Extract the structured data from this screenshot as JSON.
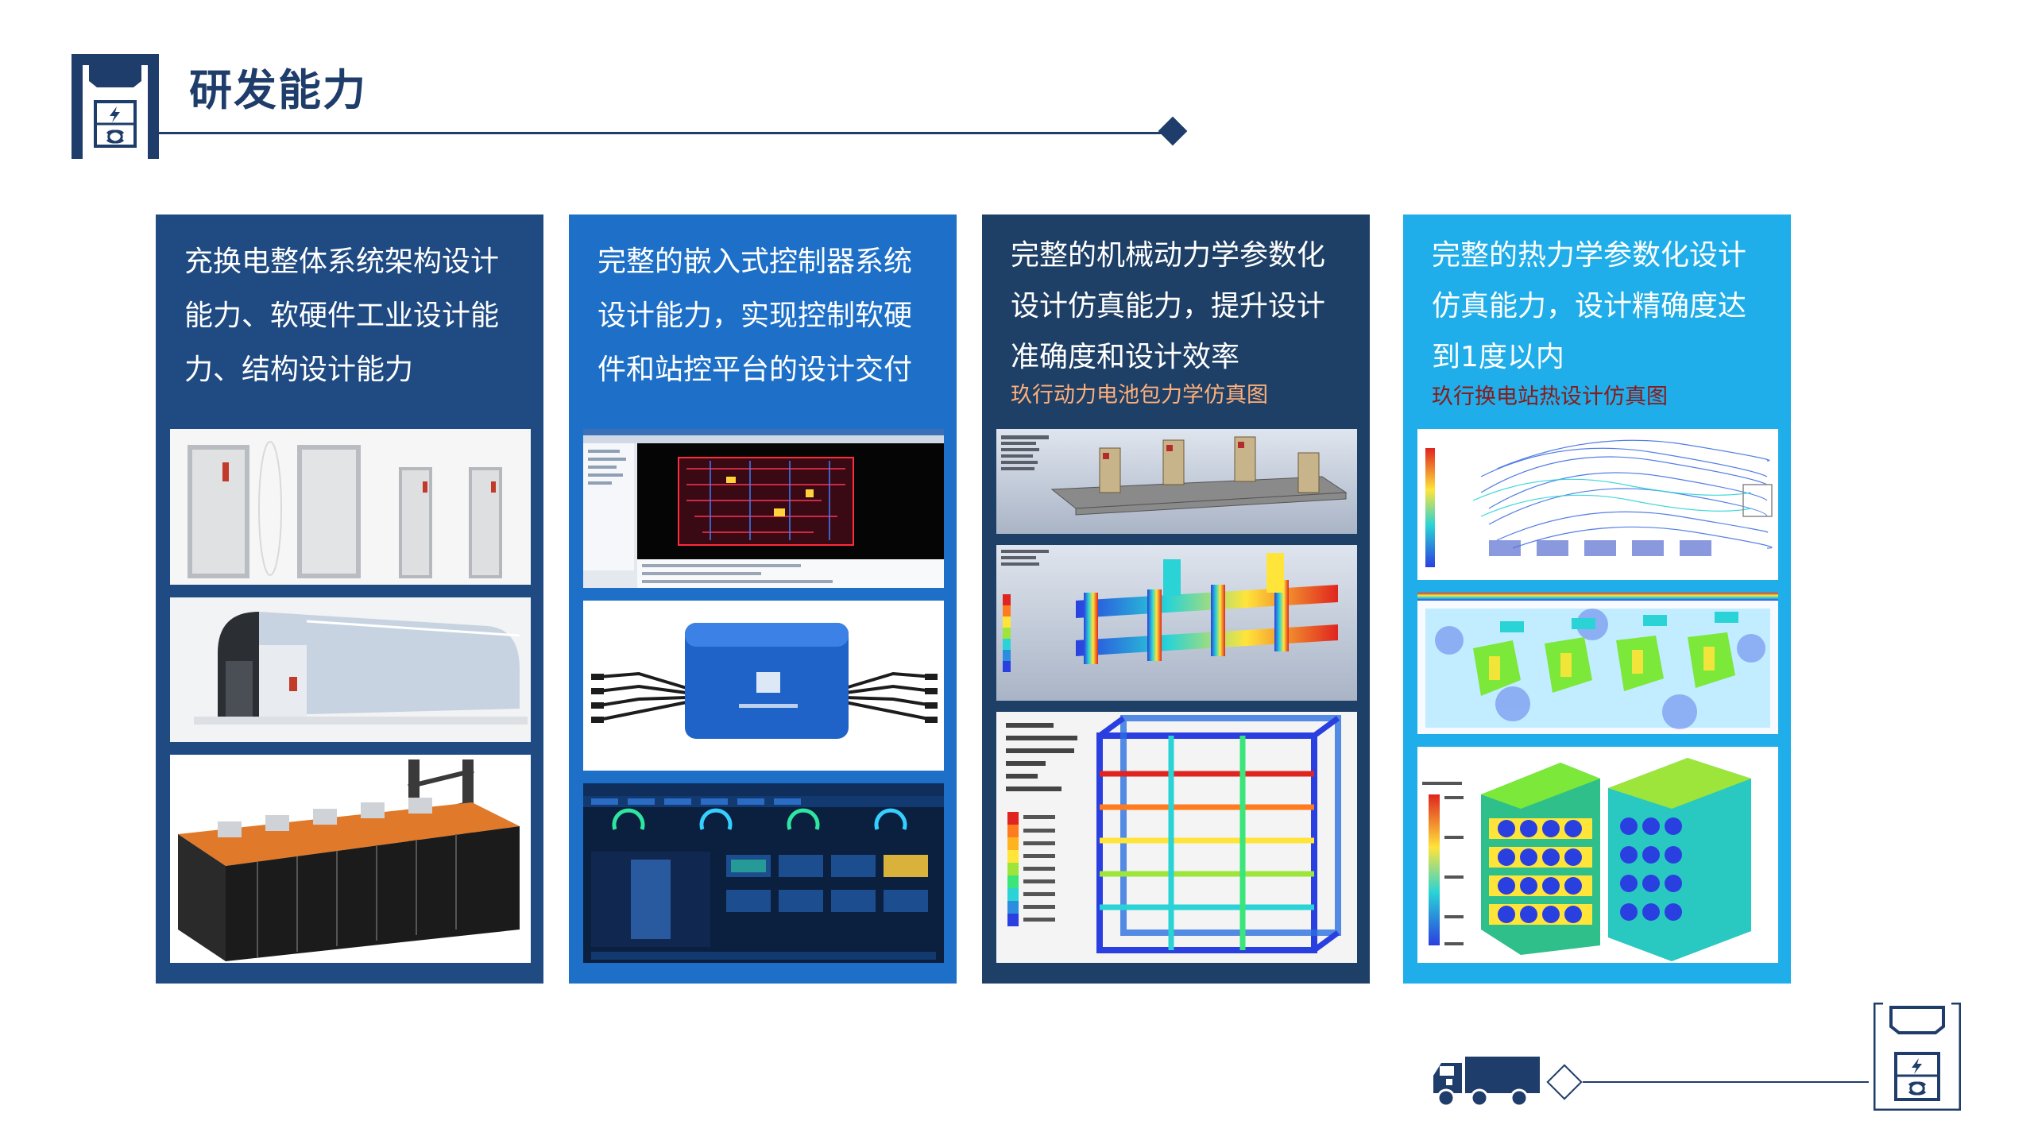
{
  "header": {
    "title": "研发能力"
  },
  "columns": [
    {
      "text_lines": [
        "充换电整体系统架构设计",
        "能力、软硬件工业设计能",
        "力、结构设计能力"
      ],
      "caption": "",
      "bg": "#1f4a82",
      "images": [
        "charging-cabinets-photo",
        "swap-station-shell-render",
        "battery-rack-render"
      ]
    },
    {
      "text_lines": [
        "完整的嵌入式控制器系统",
        "设计能力，实现控制软硬",
        "件和站控平台的设计交付"
      ],
      "caption": "",
      "bg": "#1d6fc7",
      "images": [
        "pcb-design-screenshot",
        "controller-box-photo",
        "station-control-dashboard"
      ]
    },
    {
      "text_lines": [
        "完整的机械动力学参数化",
        "设计仿真能力，提升设计",
        "准确度和设计效率"
      ],
      "caption": "玖行动力电池包力学仿真图",
      "caption_color": "#ffb07a",
      "bg": "#1e3f66",
      "images": [
        "battery-frame-model",
        "deformation-simulation",
        "rack-deformation-simulation"
      ]
    },
    {
      "text_lines": [
        "完整的热力学参数化设计",
        "仿真能力，设计精确度达",
        "到1度以内"
      ],
      "caption": "玖行换电站热设计仿真图",
      "caption_color": "#8a1a1a",
      "bg": "#1faee9",
      "images": [
        "airflow-simulation",
        "thermal-flow-simulation",
        "battery-temperature-simulation"
      ]
    }
  ],
  "colors": {
    "navy": "#1f3d6a"
  },
  "icons": [
    "station-logo-icon",
    "truck-icon"
  ]
}
